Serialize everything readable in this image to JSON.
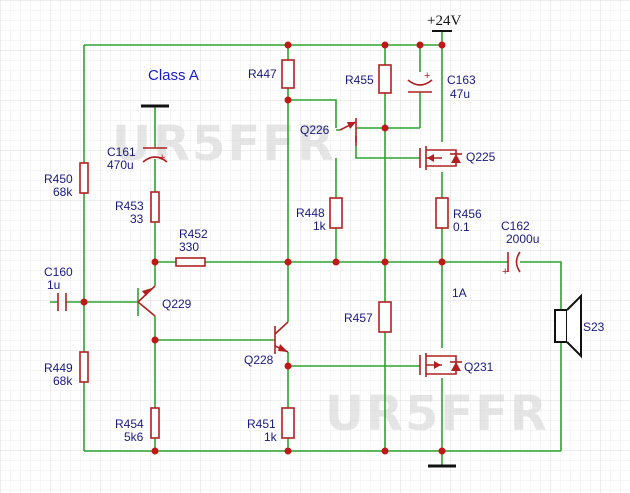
{
  "title": "Class A",
  "supply_label": "+24V",
  "current_label": "1A",
  "watermark": "UR5FFR",
  "components": {
    "R447": {
      "ref": "R447",
      "value": ""
    },
    "R455": {
      "ref": "R455",
      "value": ""
    },
    "C163": {
      "ref": "C163",
      "value": "47u"
    },
    "Q226": {
      "ref": "Q226"
    },
    "Q225": {
      "ref": "Q225"
    },
    "C161": {
      "ref": "C161",
      "value": "470u"
    },
    "R450": {
      "ref": "R450",
      "value": "68k"
    },
    "R453": {
      "ref": "R453",
      "value": "33"
    },
    "R448": {
      "ref": "R448",
      "value": "1k"
    },
    "R456": {
      "ref": "R456",
      "value": "0.1"
    },
    "R452": {
      "ref": "R452",
      "value": "330"
    },
    "C162": {
      "ref": "C162",
      "value": "2000u"
    },
    "C160": {
      "ref": "C160",
      "value": "1u"
    },
    "Q229": {
      "ref": "Q229"
    },
    "R457": {
      "ref": "R457",
      "value": ""
    },
    "S23": {
      "ref": "S23"
    },
    "R449": {
      "ref": "R449",
      "value": "68k"
    },
    "Q228": {
      "ref": "Q228"
    },
    "Q231": {
      "ref": "Q231"
    },
    "R454": {
      "ref": "R454",
      "value": "5k6"
    },
    "R451": {
      "ref": "R451",
      "value": "1k"
    }
  },
  "colors": {
    "wire": "#2fa32f",
    "component": "#b02020",
    "label": "#1a1a80",
    "title": "#1a1ad0"
  }
}
